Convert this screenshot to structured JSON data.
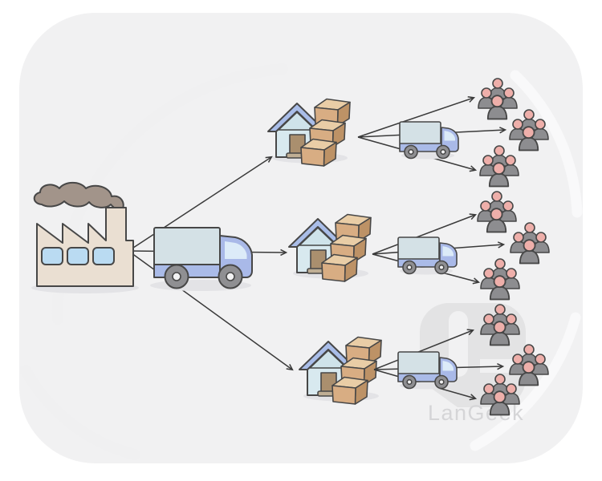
{
  "watermark": {
    "text": "LanGeek",
    "logo_icon": "langeek-logo-icon"
  },
  "diagram": {
    "type": "distribution-flow-illustration",
    "columns": [
      {
        "icons": [
          "factory-icon"
        ]
      },
      {
        "icons": [
          "truck-icon"
        ]
      },
      {
        "icons": [
          "house-with-boxes-icon",
          "house-with-boxes-icon",
          "house-with-boxes-icon"
        ]
      },
      {
        "icons": [
          "truck-icon",
          "truck-icon",
          "truck-icon"
        ]
      },
      {
        "icons": [
          "people-group-icon",
          "people-group-icon",
          "people-group-icon",
          "people-group-icon",
          "people-group-icon",
          "people-group-icon",
          "people-group-icon",
          "people-group-icon",
          "people-group-icon"
        ]
      }
    ],
    "arrow_counts": {
      "factory_to_houses": 3,
      "houses_to_people": 9
    }
  },
  "colors": {
    "page_bg": "#ffffff",
    "card_bg": "#f1f1f2",
    "ink": "#474747",
    "arrow": "#3a3a3a",
    "shadow": "#e3e3e6",
    "smoke": "#a2948a",
    "factory_wall": "#eadfd2",
    "window_blue": "#badbf2",
    "roof_blue": "#a9bde8",
    "gable_blue": "#cfe3ea",
    "house_wall": "#d8e9ef",
    "house_side": "#c2d9e2",
    "door_brown": "#aa8f6e",
    "door_sill": "#bfae94",
    "box_front": "#d8ad83",
    "box_top": "#e9cda6",
    "box_side": "#bd9266",
    "truck_box": "#d4e1e6",
    "truck_chassis": "#aabbe8",
    "truck_cab": "#a9b9e8",
    "truck_window": "#dcebf8",
    "wheel": "#8f8f92",
    "wheel_hub": "#f2f2f3",
    "person_body": "#8d8d90",
    "person_head": "#eeafaa",
    "watermark": "#e3e3e4",
    "watermark_text": "#d5d5d7",
    "arc_outer": "#f0f0f1",
    "arc_inner": "#f9f9fa"
  }
}
